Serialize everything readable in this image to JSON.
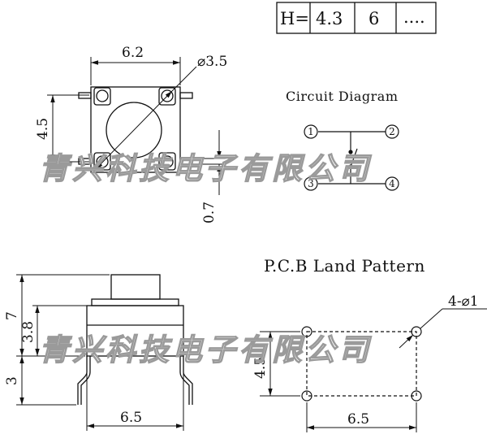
{
  "height_table": {
    "label": "H=",
    "values": [
      "4.3",
      "6",
      "...."
    ]
  },
  "top_view": {
    "width_dim": "6.2",
    "height_dim": "4.5",
    "diameter_dim": "⌀3.5",
    "lead_dim": "0.7"
  },
  "circuit": {
    "title": "Circuit Diagram",
    "pins": [
      "1",
      "2",
      "3",
      "4"
    ]
  },
  "side_view": {
    "total_height": "7",
    "body_height": "3.8",
    "lead_length": "3",
    "width_dim": "6.5"
  },
  "pcb": {
    "title": "P.C.B Land Pattern",
    "hole_label": "4-⌀1",
    "height_dim": "4.5",
    "width_dim": "6.5"
  },
  "watermark": "青兴科技电子有限公司"
}
